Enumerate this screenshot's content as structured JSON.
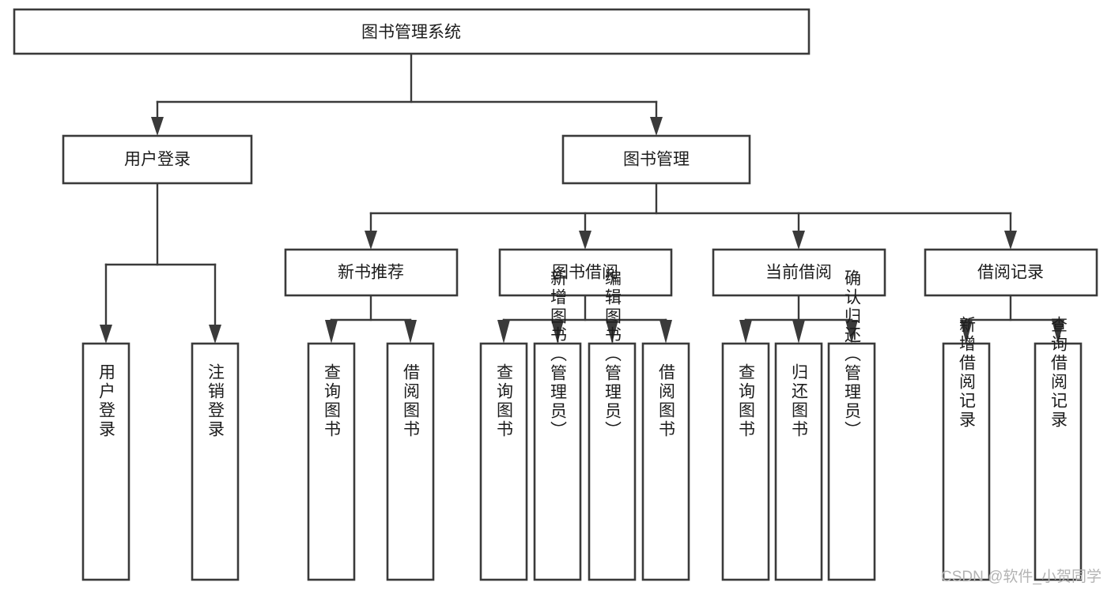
{
  "diagram": {
    "title": "图书管理系统",
    "orientation": "top-down-tree",
    "levels": 4,
    "root": {
      "id": "root",
      "label": "图书管理系统",
      "orient": "horizontal"
    },
    "level2": [
      {
        "id": "user-login",
        "label": "用户登录",
        "orient": "horizontal"
      },
      {
        "id": "book-manage",
        "label": "图书管理",
        "orient": "horizontal"
      }
    ],
    "level3": [
      {
        "id": "new-book-recommend",
        "label": "新书推荐",
        "orient": "horizontal",
        "parent": "book-manage"
      },
      {
        "id": "book-borrow",
        "label": "图书借阅",
        "orient": "horizontal",
        "parent": "book-manage"
      },
      {
        "id": "current-borrow",
        "label": "当前借阅",
        "orient": "horizontal",
        "parent": "book-manage"
      },
      {
        "id": "borrow-record",
        "label": "借阅记录",
        "orient": "horizontal",
        "parent": "book-manage"
      }
    ],
    "leaves": [
      {
        "id": "leaf-user-login",
        "label": "用户登录",
        "orient": "vertical",
        "parent": "user-login"
      },
      {
        "id": "leaf-logout-login",
        "label": "注销登录",
        "orient": "vertical",
        "parent": "user-login"
      },
      {
        "id": "leaf-query-book-1",
        "label": "查询图书",
        "orient": "vertical",
        "parent": "new-book-recommend"
      },
      {
        "id": "leaf-borrow-book-1",
        "label": "借阅图书",
        "orient": "vertical",
        "parent": "new-book-recommend"
      },
      {
        "id": "leaf-query-book-2",
        "label": "查询图书",
        "orient": "vertical",
        "parent": "book-borrow"
      },
      {
        "id": "leaf-add-book",
        "label": "新增图书（管理员）",
        "orient": "vertical",
        "parent": "book-borrow"
      },
      {
        "id": "leaf-edit-book",
        "label": "编辑图书（管理员）",
        "orient": "vertical",
        "parent": "book-borrow"
      },
      {
        "id": "leaf-borrow-book-2",
        "label": "借阅图书",
        "orient": "vertical",
        "parent": "book-borrow"
      },
      {
        "id": "leaf-query-book-3",
        "label": "查询图书",
        "orient": "vertical",
        "parent": "current-borrow"
      },
      {
        "id": "leaf-return-book",
        "label": "归还图书",
        "orient": "vertical",
        "parent": "current-borrow"
      },
      {
        "id": "leaf-confirm-return",
        "label": "确认归还（管理员）",
        "orient": "vertical",
        "parent": "current-borrow"
      },
      {
        "id": "leaf-add-record",
        "label": "新增借阅记录",
        "orient": "vertical",
        "parent": "borrow-record"
      },
      {
        "id": "leaf-query-record",
        "label": "查询借阅记录",
        "orient": "vertical",
        "parent": "borrow-record"
      }
    ]
  },
  "watermark": {
    "text": "CSDN @软件_小贺同学"
  },
  "colors": {
    "box_stroke": "#3a3a3a",
    "box_fill": "#ffffff",
    "connector": "#3a3a3a",
    "text": "#1c1c1c",
    "watermark": "#b3b3b3",
    "background": "#ffffff"
  }
}
